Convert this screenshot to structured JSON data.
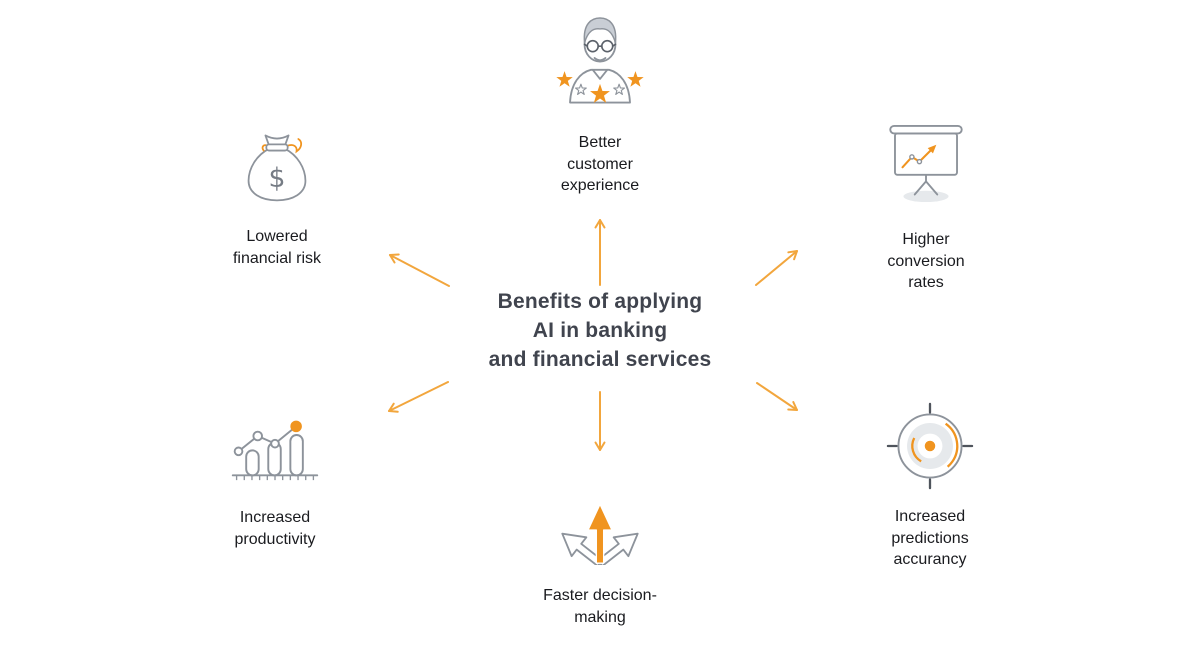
{
  "title": {
    "text": "Benefits of applying\nAI in banking\nand financial services"
  },
  "benefits": {
    "customer": {
      "label": "Better\ncustomer\nexperience",
      "icon": "customer-stars-icon"
    },
    "conversion": {
      "label": "Higher\nconversion\nrates",
      "icon": "presentation-growth-chart-icon"
    },
    "risk": {
      "label": "Lowered\nfinancial risk",
      "icon": "money-bag-icon"
    },
    "productivity": {
      "label": "Increased\nproductivity",
      "icon": "bar-chart-dots-icon"
    },
    "decision": {
      "label": "Faster decision-\nmaking",
      "icon": "branching-arrows-icon"
    },
    "predictions": {
      "label": "Increased\npredictions\naccurancy",
      "icon": "target-icon"
    }
  },
  "colors": {
    "accent": "#f0941f",
    "arrow": "#f2a63d",
    "line": "#8d939b",
    "title_text": "#40444e",
    "label_text": "#1a1b1f",
    "background": "#ffffff"
  }
}
